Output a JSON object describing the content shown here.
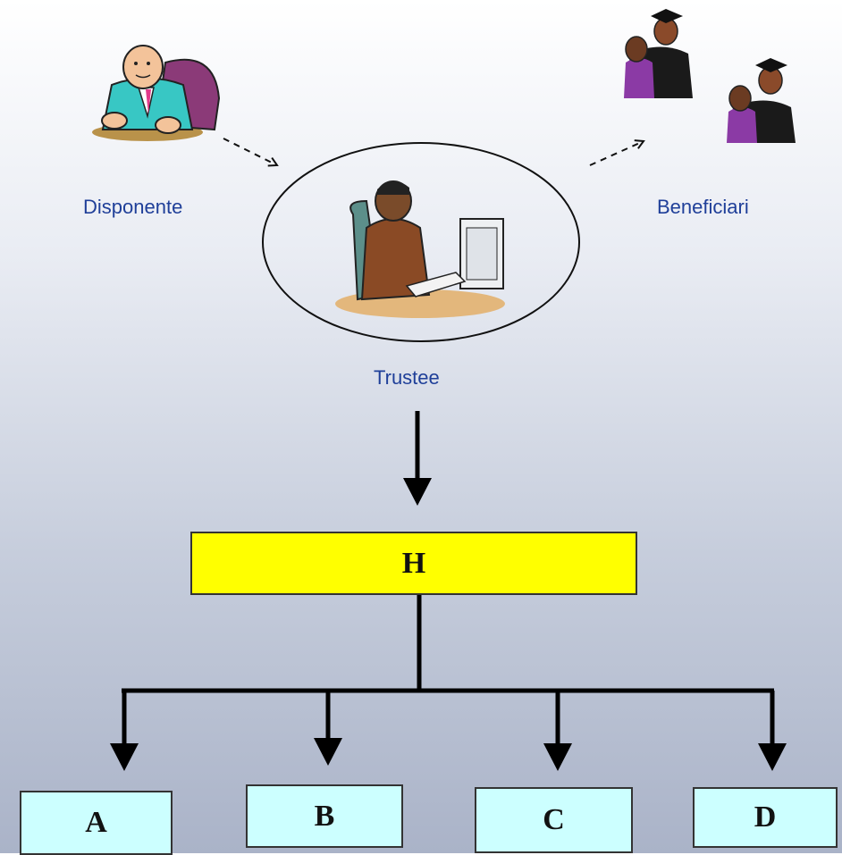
{
  "diagram": {
    "roles": {
      "settlor": "Disponente",
      "trustee": "Trustee",
      "beneficiaries": "Beneficiari"
    },
    "holding": {
      "label": "H"
    },
    "subsidiaries": [
      {
        "label": "A"
      },
      {
        "label": "B"
      },
      {
        "label": "C"
      },
      {
        "label": "D"
      }
    ]
  },
  "colors": {
    "role_text": "#1f3f99",
    "holding_fill": "#ffff00",
    "subsidiary_fill": "#ccffff"
  },
  "icons": {
    "settlor": "businessman-in-armchair-icon",
    "trustee": "man-at-computer-icon",
    "beneficiaries": "graduates-embracing-icon"
  }
}
